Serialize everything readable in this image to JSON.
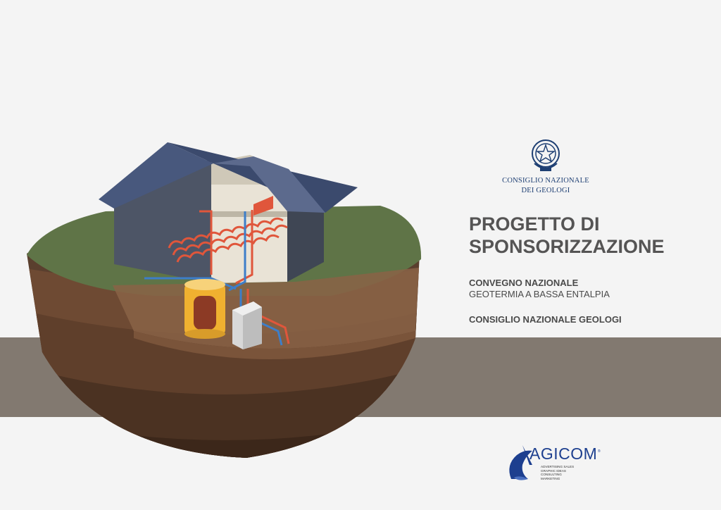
{
  "org": {
    "seal_line1": "CONSIGLIO NAZIONALE",
    "seal_line2": "DEI GEOLOGI",
    "seal_icon": "italian-republic-emblem"
  },
  "title": {
    "line1": "PROGETTO DI",
    "line2": "SPONSORIZZAZIONE"
  },
  "event": {
    "heading": "CONVEGNO NAZIONALE",
    "subject": "GEOTERMIA A BASSA ENTALPIA",
    "organizer": "CONSIGLIO NAZIONALE GEOLOGI"
  },
  "agency": {
    "name": "AGICOM",
    "reg_mark": "®",
    "tagline": "ADVERTISING SALES\nGRAPHIC IDEAS\nCONSULTING\nMARKETING"
  },
  "colors": {
    "band": "#827970",
    "title_text": "#555454",
    "seal_blue": "#1e3f73",
    "agency_blue": "#1d3f8f",
    "pipe_red": "#e0563b",
    "pipe_blue": "#3d7ec9"
  }
}
